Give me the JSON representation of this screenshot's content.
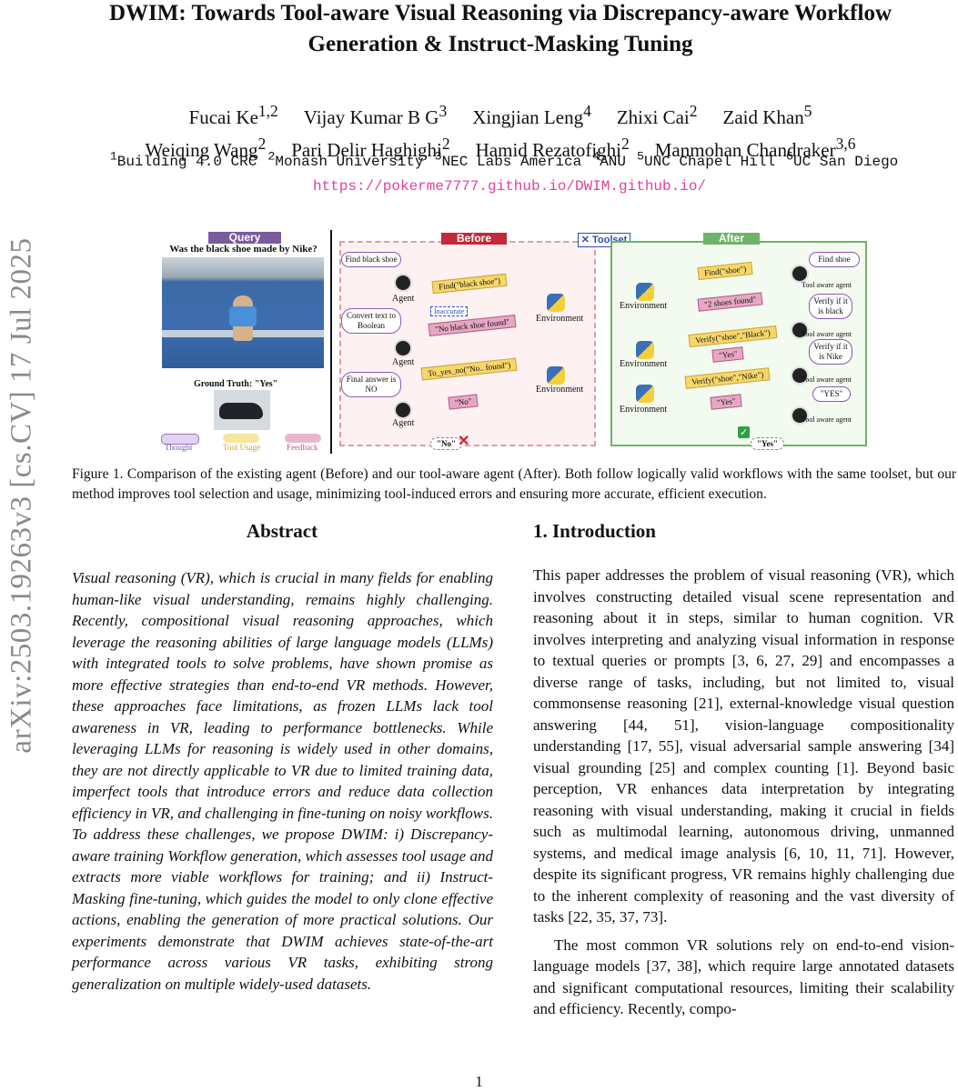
{
  "side_label": "arXiv:2503.19263v3  [cs.CV]  17 Jul 2025",
  "title_line1": "DWIM: Towards Tool-aware Visual Reasoning via Discrepancy-aware Workflow",
  "title_line2": "Generation & Instruct-Masking Tuning",
  "authors_row1": [
    {
      "name": "Fucai Ke",
      "sup": "1,2"
    },
    {
      "name": "Vijay Kumar B G",
      "sup": "3"
    },
    {
      "name": "Xingjian Leng",
      "sup": "4"
    },
    {
      "name": "Zhixi Cai",
      "sup": "2"
    },
    {
      "name": "Zaid Khan",
      "sup": "5"
    }
  ],
  "authors_row2": [
    {
      "name": "Weiqing Wang",
      "sup": "2"
    },
    {
      "name": "Pari Delir Haghighi",
      "sup": "2"
    },
    {
      "name": "Hamid Rezatofighi",
      "sup": "2"
    },
    {
      "name": "Manmohan Chandraker",
      "sup": "3,6"
    }
  ],
  "affiliations": [
    {
      "sup": "1",
      "name": "Building 4.0 CRC"
    },
    {
      "sup": "2",
      "name": "Monash University"
    },
    {
      "sup": "3",
      "name": "NEC Labs America"
    },
    {
      "sup": "4",
      "name": "ANU"
    },
    {
      "sup": "5",
      "name": "UNC Chapel Hill"
    },
    {
      "sup": "6",
      "name": "UC San Diego"
    }
  ],
  "url": "https://pokerme7777.github.io/DWIM.github.io/",
  "figure": {
    "query_label": "Query",
    "question": "Was the black shoe made by Nike?",
    "ground_truth": "Ground Truth: \"Yes\"",
    "legend": [
      "Thought",
      "Tool Usage",
      "Feedback"
    ],
    "before_label": "Before",
    "toolset_label": "Toolset",
    "after_label": "After",
    "before_thoughts": [
      "Find black shoe",
      "Convert text to Boolean",
      "Final answer is NO"
    ],
    "agent_label": "Agent",
    "before_calls": [
      "Find(\"black shoe\")",
      "\"No black shoe found\"",
      "To_yes_no(\"No.. found\")",
      "\"No\""
    ],
    "inaccurate": "Inaccurate",
    "environment_label": "Environment",
    "before_final": "\"No\"",
    "after_calls": [
      "Find(\"shoe\")",
      "\"2 shoes found\"",
      "Verify(\"shoe\",\"Black\")",
      "\"Yes\"",
      "Verify(\"shoe\",\"Nike\")",
      "\"Yes\""
    ],
    "after_thoughts": [
      "Find shoe",
      "Verify if it is black",
      "Verify if it is Nike",
      "\"YES\""
    ],
    "tool_agent_label": "Tool aware agent",
    "after_final": "\"Yes\""
  },
  "caption": "Figure 1. Comparison of the existing agent (Before) and our tool-aware agent (After). Both follow logically valid workflows with the same toolset, but our method improves tool selection and usage, minimizing tool-induced errors and ensuring more accurate, efficient execution.",
  "abstract_heading": "Abstract",
  "abstract": "Visual reasoning (VR), which is crucial in many fields for enabling human-like visual understanding, remains highly challenging. Recently, compositional visual reasoning approaches, which leverage the reasoning abilities of large language models (LLMs) with integrated tools to solve problems, have shown promise as more effective strategies than end-to-end VR methods. However, these approaches face limitations, as frozen LLMs lack tool awareness in VR, leading to performance bottlenecks. While leveraging LLMs for reasoning is widely used in other domains, they are not directly applicable to VR due to limited training data, imperfect tools that introduce errors and reduce data collection efficiency in VR, and challenging in fine-tuning on noisy workflows. To address these challenges, we propose DWIM: i) Discrepancy-aware training Workflow generation, which assesses tool usage and extracts more viable workflows for training; and ii) Instruct-Masking fine-tuning, which guides the model to only clone effective actions, enabling the generation of more practical solutions. Our experiments demonstrate that DWIM achieves state-of-the-art performance across various VR tasks, exhibiting strong generalization on multiple widely-used datasets.",
  "intro_heading": "1. Introduction",
  "intro_p1": "This paper addresses the problem of visual reasoning (VR), which involves constructing detailed visual scene representation and reasoning about it in steps, similar to human cognition. VR involves interpreting and analyzing visual information in response to textual queries or prompts [3, 6, 27, 29] and encompasses a diverse range of tasks, including, but not limited to, visual commonsense reasoning [21], external-knowledge visual question answering [44, 51], vision-language compositionality understanding [17, 55], visual adversarial sample answering [34] visual grounding [25] and complex counting [1]. Beyond basic perception, VR enhances data interpretation by integrating reasoning with visual understanding, making it crucial in fields such as multimodal learning, autonomous driving, unmanned systems, and medical image analysis [6, 10, 11, 71]. However, despite its significant progress, VR remains highly challenging due to the inherent complexity of reasoning and the vast diversity of tasks [22, 35, 37, 73].",
  "intro_p2": "The most common VR solutions rely on end-to-end vision-language models [37, 38], which require large annotated datasets and significant computational resources, limiting their scalability and efficiency. Recently, compo-",
  "page_number": "1"
}
